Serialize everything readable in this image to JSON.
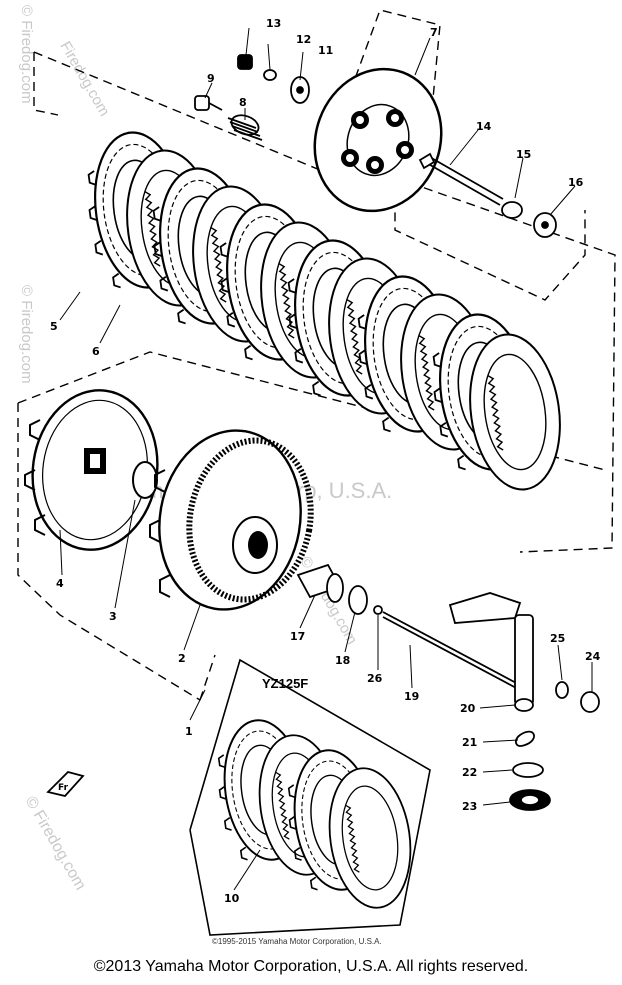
{
  "diagram": {
    "variant_label": "YZ125F",
    "small_copyright": "©1995-2015 Yamaha Motor Corporation, U.S.A.",
    "callouts": [
      "1",
      "2",
      "3",
      "4",
      "5",
      "6",
      "7",
      "8",
      "9",
      "10",
      "11",
      "12",
      "13",
      "14",
      "15",
      "16",
      "17",
      "18",
      "19",
      "20",
      "21",
      "22",
      "23",
      "24",
      "25",
      "26"
    ]
  },
  "watermark": {
    "domain": "Firedog.com",
    "center_text": "Yamaha Motor Corp, U.S.A."
  },
  "footer": {
    "copyright": "©2013 Yamaha Motor Corporation, U.S.A. All rights reserved."
  },
  "colors": {
    "line": "#000000",
    "watermark": "#c9c9c9",
    "background": "#ffffff"
  }
}
